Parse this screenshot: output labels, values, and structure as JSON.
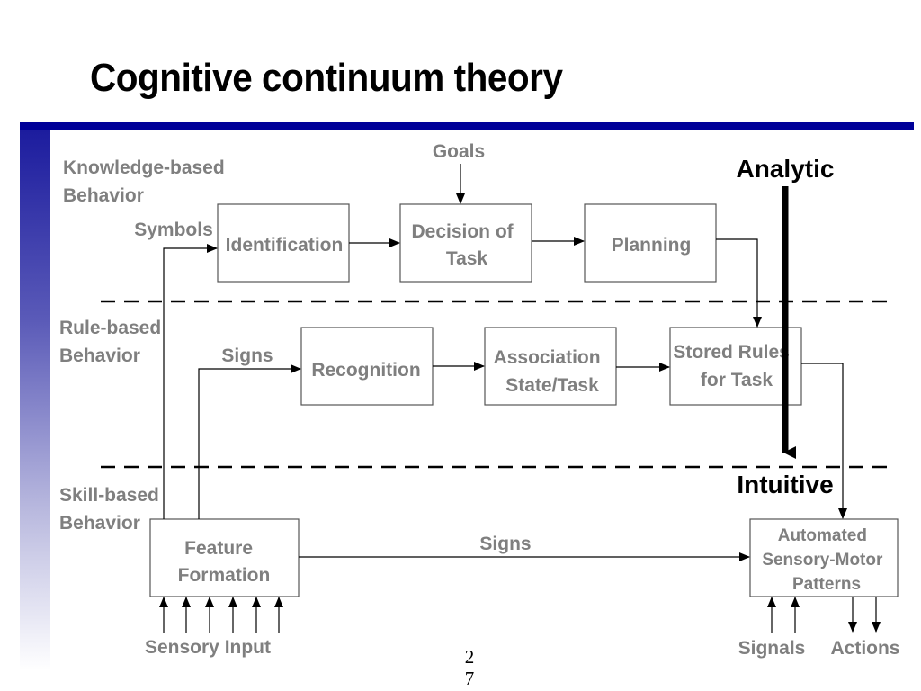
{
  "slide": {
    "title": "Cognitive continuum theory",
    "page_number": "27"
  },
  "levels": {
    "knowledge": [
      "Knowledge-based",
      "Behavior"
    ],
    "rule": [
      "Rule-based",
      "Behavior"
    ],
    "skill": [
      "Skill-based",
      "Behavior"
    ]
  },
  "inputs": {
    "goals": "Goals",
    "symbols": "Symbols",
    "signs_rule": "Signs",
    "signs_skill": "Signs",
    "sensory_input": "Sensory Input",
    "signals": "Signals",
    "actions": "Actions"
  },
  "boxes": {
    "identification": [
      "Identification"
    ],
    "decision": [
      "Decision of",
      "Task"
    ],
    "planning": [
      "Planning"
    ],
    "recognition": [
      "Recognition"
    ],
    "association": [
      "Association",
      "State/Task"
    ],
    "stored_rules": [
      "Stored Rules",
      "for Task"
    ],
    "feature": [
      "Feature",
      "Formation"
    ],
    "automated": [
      "Automated",
      "Sensory-Motor",
      "Patterns"
    ]
  },
  "continuum": {
    "top": "Analytic",
    "bottom": "Intuitive"
  },
  "colors": {
    "accent_rule": "#000099",
    "label_gray": "#7f7f7f"
  }
}
